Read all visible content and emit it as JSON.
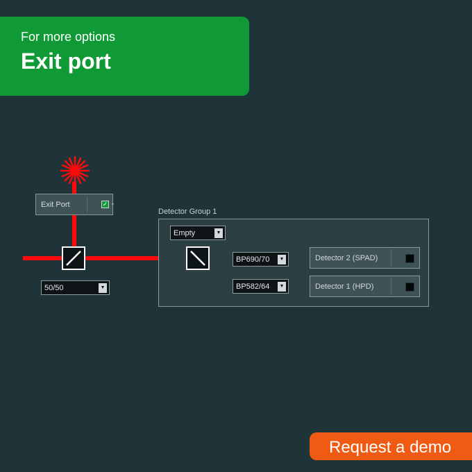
{
  "banner": {
    "subtitle": "For more options",
    "title": "Exit port"
  },
  "exit_port": {
    "label": "Exit Port",
    "checked": true,
    "check_glyph": "✓",
    "caret_glyph": "⌄"
  },
  "beam_splitter_1": {
    "selected": "50/50",
    "arrow_glyph": "▼"
  },
  "detector_group": {
    "label": "Detector Group 1",
    "mode": {
      "selected": "Empty",
      "arrow_glyph": "▼"
    },
    "filters": [
      {
        "selected": "BP690/70",
        "arrow_glyph": "▼"
      },
      {
        "selected": "BP582/64",
        "arrow_glyph": "▼"
      }
    ],
    "detectors": [
      {
        "label": "Detector 2 (SPAD)"
      },
      {
        "label": "Detector 1 (HPD)"
      }
    ]
  },
  "colors": {
    "background": "#1f3439",
    "banner": "#0f9a35",
    "laser": "#ff0a0a",
    "cta": "#f05b14"
  },
  "icons": [
    "laser-burst-icon",
    "checkmark-icon",
    "dropdown-arrow-icon",
    "beam-splitter-icon"
  ],
  "cta": {
    "label": "Request a demo"
  }
}
